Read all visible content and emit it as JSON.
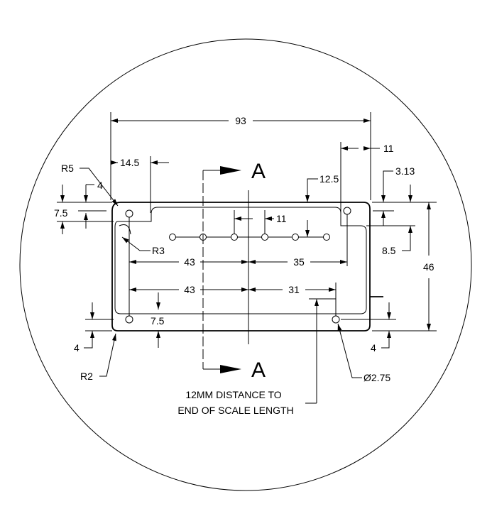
{
  "section_mark": "A",
  "dimensions": {
    "overall_width": "93",
    "corner_radius_outer": "R5",
    "notch_offset": "14.5",
    "corner_small_4": "4",
    "hole_offset_7_5": "7.5",
    "inner_radius": "R3",
    "right_notch": "11",
    "right_offset": "3.13",
    "hole_row_height": "12.5",
    "hole_pitch": "11",
    "right_8_5": "8.5",
    "overall_height": "46",
    "left_43_upper": "43",
    "right_35": "35",
    "left_43_lower": "43",
    "right_31": "31",
    "bottom_7_5": "7.5",
    "bottom_left_4": "4",
    "bottom_right_4": "4",
    "corner_radius_bottom": "R2",
    "hole_diameter": "Ø2.75"
  },
  "note": {
    "line1": "12MM DISTANCE TO",
    "line2": "END OF SCALE LENGTH"
  }
}
